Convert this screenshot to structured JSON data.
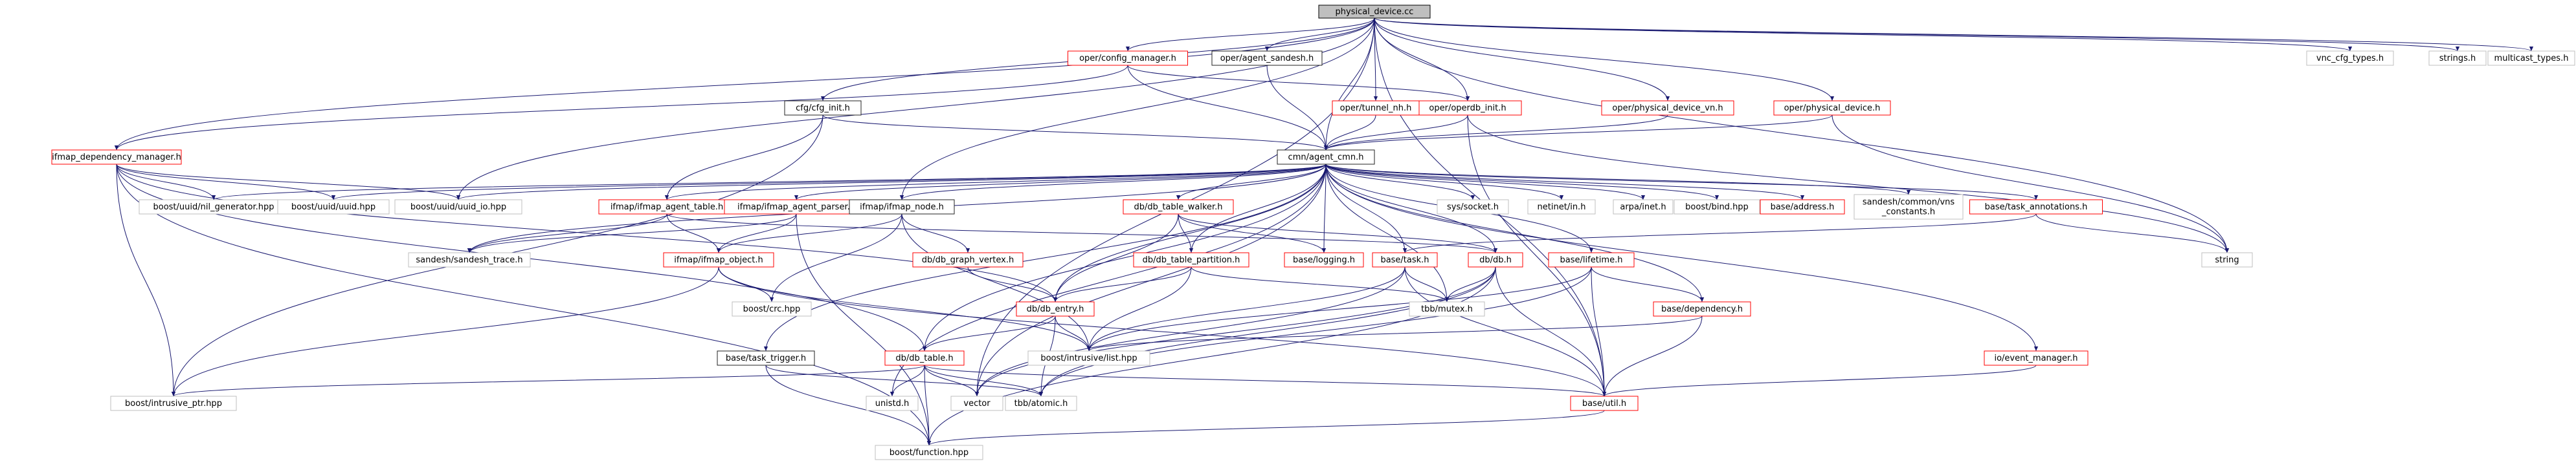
{
  "title": "physical_device.cc",
  "colors": {
    "normal_border": "#222222",
    "missing_border": "#ff0000",
    "external_border": "#bfbfbf",
    "root_fill": "#bfbfbf",
    "edge": "#191970",
    "text_normal": "#000000",
    "text_external": "#000000"
  },
  "nodes": [
    {
      "id": "root",
      "label": "physical_device.cc",
      "kind": "root"
    },
    {
      "id": "config_manager",
      "label": "oper/config_manager.h",
      "kind": "missing"
    },
    {
      "id": "agent_sandesh",
      "label": "oper/agent_sandesh.h",
      "kind": "normal"
    },
    {
      "id": "cfg_init",
      "label": "cfg/cfg_init.h",
      "kind": "normal"
    },
    {
      "id": "operdb_init",
      "label": "oper/operdb_init.h",
      "kind": "missing"
    },
    {
      "id": "tunnel_nh",
      "label": "oper/tunnel_nh.h",
      "kind": "missing"
    },
    {
      "id": "phys_dev_vn",
      "label": "oper/physical_device_vn.h",
      "kind": "missing"
    },
    {
      "id": "phys_dev",
      "label": "oper/physical_device.h",
      "kind": "missing"
    },
    {
      "id": "vnc_cfg_types",
      "label": "vnc_cfg_types.h",
      "kind": "external"
    },
    {
      "id": "strings",
      "label": "strings.h",
      "kind": "external"
    },
    {
      "id": "multicast_types",
      "label": "multicast_types.h",
      "kind": "external"
    },
    {
      "id": "ifmap_dep_mgr",
      "label": "ifmap_dependency_manager.h",
      "kind": "missing"
    },
    {
      "id": "agent_cmn",
      "label": "cmn/agent_cmn.h",
      "kind": "normal"
    },
    {
      "id": "uuid_nil",
      "label": "boost/uuid/nil_generator.hpp",
      "kind": "external"
    },
    {
      "id": "uuid_hpp",
      "label": "boost/uuid/uuid.hpp",
      "kind": "external"
    },
    {
      "id": "uuid_io",
      "label": "boost/uuid/uuid_io.hpp",
      "kind": "external"
    },
    {
      "id": "ifmap_agent_table",
      "label": "ifmap/ifmap_agent_table.h",
      "kind": "missing"
    },
    {
      "id": "ifmap_agent_parser",
      "label": "ifmap/ifmap_agent_parser.h",
      "kind": "missing"
    },
    {
      "id": "ifmap_node",
      "label": "ifmap/ifmap_node.h",
      "kind": "normal"
    },
    {
      "id": "db_table_walker",
      "label": "db/db_table_walker.h",
      "kind": "missing"
    },
    {
      "id": "sys_socket",
      "label": "sys/socket.h",
      "kind": "external"
    },
    {
      "id": "netinet_in",
      "label": "netinet/in.h",
      "kind": "external"
    },
    {
      "id": "arpa_inet",
      "label": "arpa/inet.h",
      "kind": "external"
    },
    {
      "id": "boost_bind",
      "label": "boost/bind.hpp",
      "kind": "external"
    },
    {
      "id": "base_address",
      "label": "base/address.h",
      "kind": "missing"
    },
    {
      "id": "vns_constants",
      "label": "sandesh/common/vns\n_constants.h",
      "kind": "external"
    },
    {
      "id": "task_annotations",
      "label": "base/task_annotations.h",
      "kind": "missing"
    },
    {
      "id": "sandesh_trace",
      "label": "sandesh/sandesh_trace.h",
      "kind": "external"
    },
    {
      "id": "ifmap_object",
      "label": "ifmap/ifmap_object.h",
      "kind": "missing"
    },
    {
      "id": "db_graph_vertex",
      "label": "db/db_graph_vertex.h",
      "kind": "missing"
    },
    {
      "id": "db_table_partition",
      "label": "db/db_table_partition.h",
      "kind": "missing"
    },
    {
      "id": "base_logging",
      "label": "base/logging.h",
      "kind": "missing"
    },
    {
      "id": "base_task",
      "label": "base/task.h",
      "kind": "missing"
    },
    {
      "id": "db_h",
      "label": "db/db.h",
      "kind": "missing"
    },
    {
      "id": "base_lifetime",
      "label": "base/lifetime.h",
      "kind": "missing"
    },
    {
      "id": "string",
      "label": "string",
      "kind": "external"
    },
    {
      "id": "boost_crc",
      "label": "boost/crc.hpp",
      "kind": "external"
    },
    {
      "id": "tbb_mutex",
      "label": "tbb/mutex.h",
      "kind": "external"
    },
    {
      "id": "db_entry",
      "label": "db/db_entry.h",
      "kind": "missing"
    },
    {
      "id": "base_dependency",
      "label": "base/dependency.h",
      "kind": "missing"
    },
    {
      "id": "task_trigger",
      "label": "base/task_trigger.h",
      "kind": "normal"
    },
    {
      "id": "intrusive_list",
      "label": "boost/intrusive/list.hpp",
      "kind": "external"
    },
    {
      "id": "io_event_manager",
      "label": "io/event_manager.h",
      "kind": "missing"
    },
    {
      "id": "db_table",
      "label": "db/db_table.h",
      "kind": "missing"
    },
    {
      "id": "intrusive_ptr",
      "label": "boost/intrusive_ptr.hpp",
      "kind": "external"
    },
    {
      "id": "vector",
      "label": "vector",
      "kind": "external"
    },
    {
      "id": "unistd",
      "label": "unistd.h",
      "kind": "external"
    },
    {
      "id": "tbb_atomic",
      "label": "tbb/atomic.h",
      "kind": "external"
    },
    {
      "id": "base_util",
      "label": "base/util.h",
      "kind": "missing"
    },
    {
      "id": "boost_function",
      "label": "boost/function.hpp",
      "kind": "external"
    }
  ],
  "edges": [
    [
      "root",
      "config_manager"
    ],
    [
      "root",
      "agent_sandesh"
    ],
    [
      "root",
      "cfg_init"
    ],
    [
      "root",
      "operdb_init"
    ],
    [
      "root",
      "tunnel_nh"
    ],
    [
      "root",
      "phys_dev_vn"
    ],
    [
      "root",
      "phys_dev"
    ],
    [
      "root",
      "vnc_cfg_types"
    ],
    [
      "root",
      "strings"
    ],
    [
      "root",
      "multicast_types"
    ],
    [
      "root",
      "ifmap_dep_mgr"
    ],
    [
      "root",
      "agent_cmn"
    ],
    [
      "root",
      "uuid_io"
    ],
    [
      "root",
      "ifmap_node"
    ],
    [
      "root",
      "string"
    ],
    [
      "root",
      "vector"
    ],
    [
      "root",
      "base_util"
    ],
    [
      "config_manager",
      "agent_cmn"
    ],
    [
      "config_manager",
      "ifmap_dep_mgr"
    ],
    [
      "config_manager",
      "operdb_init"
    ],
    [
      "agent_sandesh",
      "agent_cmn"
    ],
    [
      "cfg_init",
      "agent_cmn"
    ],
    [
      "cfg_init",
      "ifmap_agent_table"
    ],
    [
      "cfg_init",
      "intrusive_ptr"
    ],
    [
      "operdb_init",
      "agent_cmn"
    ],
    [
      "operdb_init",
      "string"
    ],
    [
      "operdb_init",
      "base_util"
    ],
    [
      "tunnel_nh",
      "agent_cmn"
    ],
    [
      "phys_dev_vn",
      "agent_cmn"
    ],
    [
      "phys_dev",
      "agent_cmn"
    ],
    [
      "phys_dev",
      "string"
    ],
    [
      "ifmap_dep_mgr",
      "uuid_nil"
    ],
    [
      "ifmap_dep_mgr",
      "uuid_hpp"
    ],
    [
      "ifmap_dep_mgr",
      "uuid_io"
    ],
    [
      "ifmap_dep_mgr",
      "db_entry"
    ],
    [
      "ifmap_dep_mgr",
      "db_table"
    ],
    [
      "ifmap_dep_mgr",
      "intrusive_ptr"
    ],
    [
      "ifmap_dep_mgr",
      "boost_function"
    ],
    [
      "agent_cmn",
      "uuid_nil"
    ],
    [
      "agent_cmn",
      "uuid_hpp"
    ],
    [
      "agent_cmn",
      "uuid_io"
    ],
    [
      "agent_cmn",
      "ifmap_agent_table"
    ],
    [
      "agent_cmn",
      "ifmap_agent_parser"
    ],
    [
      "agent_cmn",
      "ifmap_node"
    ],
    [
      "agent_cmn",
      "db_table_walker"
    ],
    [
      "agent_cmn",
      "sys_socket"
    ],
    [
      "agent_cmn",
      "netinet_in"
    ],
    [
      "agent_cmn",
      "arpa_inet"
    ],
    [
      "agent_cmn",
      "boost_bind"
    ],
    [
      "agent_cmn",
      "base_address"
    ],
    [
      "agent_cmn",
      "vns_constants"
    ],
    [
      "agent_cmn",
      "task_annotations"
    ],
    [
      "agent_cmn",
      "sandesh_trace"
    ],
    [
      "agent_cmn",
      "base_logging"
    ],
    [
      "agent_cmn",
      "base_task"
    ],
    [
      "agent_cmn",
      "db_h"
    ],
    [
      "agent_cmn",
      "base_lifetime"
    ],
    [
      "agent_cmn",
      "db_table_partition"
    ],
    [
      "agent_cmn",
      "db_entry"
    ],
    [
      "agent_cmn",
      "db_table"
    ],
    [
      "agent_cmn",
      "task_trigger"
    ],
    [
      "agent_cmn",
      "tbb_mutex"
    ],
    [
      "agent_cmn",
      "base_dependency"
    ],
    [
      "agent_cmn",
      "io_event_manager"
    ],
    [
      "agent_cmn",
      "unistd"
    ],
    [
      "agent_cmn",
      "vector"
    ],
    [
      "ifmap_agent_table",
      "ifmap_object"
    ],
    [
      "ifmap_agent_table",
      "db_h"
    ],
    [
      "ifmap_agent_table",
      "sandesh_trace"
    ],
    [
      "ifmap_agent_parser",
      "ifmap_object"
    ],
    [
      "ifmap_agent_parser",
      "sandesh_trace"
    ],
    [
      "ifmap_agent_parser",
      "boost_function"
    ],
    [
      "ifmap_node",
      "ifmap_object"
    ],
    [
      "ifmap_node",
      "db_graph_vertex"
    ],
    [
      "ifmap_node",
      "boost_crc"
    ],
    [
      "ifmap_node",
      "intrusive_list"
    ],
    [
      "ifmap_object",
      "boost_crc"
    ],
    [
      "ifmap_object",
      "intrusive_list"
    ],
    [
      "ifmap_object",
      "intrusive_ptr"
    ],
    [
      "ifmap_object",
      "base_util"
    ],
    [
      "db_table_walker",
      "db_table_partition"
    ],
    [
      "db_table_walker",
      "db_h"
    ],
    [
      "db_table_walker",
      "base_logging"
    ],
    [
      "db_table_walker",
      "db_entry"
    ],
    [
      "db_graph_vertex",
      "db_entry"
    ],
    [
      "db_table_partition",
      "db_entry"
    ],
    [
      "db_table_partition",
      "tbb_mutex"
    ],
    [
      "db_table_partition",
      "intrusive_list"
    ],
    [
      "base_task",
      "tbb_mutex"
    ],
    [
      "base_task",
      "intrusive_list"
    ],
    [
      "base_task",
      "base_util"
    ],
    [
      "base_task",
      "vector"
    ],
    [
      "db_h",
      "tbb_mutex"
    ],
    [
      "db_h",
      "base_util"
    ],
    [
      "db_h",
      "tbb_atomic"
    ],
    [
      "db_h",
      "boost_function"
    ],
    [
      "db_h",
      "vector"
    ],
    [
      "base_lifetime",
      "base_dependency"
    ],
    [
      "base_lifetime",
      "base_util"
    ],
    [
      "base_lifetime",
      "tbb_atomic"
    ],
    [
      "base_lifetime",
      "intrusive_list"
    ],
    [
      "task_annotations",
      "base_task"
    ],
    [
      "task_annotations",
      "string"
    ],
    [
      "db_entry",
      "db_table"
    ],
    [
      "db_entry",
      "intrusive_list"
    ],
    [
      "db_entry",
      "tbb_atomic"
    ],
    [
      "base_dependency",
      "intrusive_list"
    ],
    [
      "base_dependency",
      "base_util"
    ],
    [
      "task_trigger",
      "tbb_atomic"
    ],
    [
      "task_trigger",
      "boost_function"
    ],
    [
      "io_event_manager",
      "base_util"
    ],
    [
      "db_table",
      "intrusive_ptr"
    ],
    [
      "db_table",
      "vector"
    ],
    [
      "db_table",
      "unistd"
    ],
    [
      "db_table",
      "tbb_atomic"
    ],
    [
      "db_table",
      "boost_function"
    ],
    [
      "db_table",
      "base_util"
    ],
    [
      "base_util",
      "boost_function"
    ]
  ]
}
